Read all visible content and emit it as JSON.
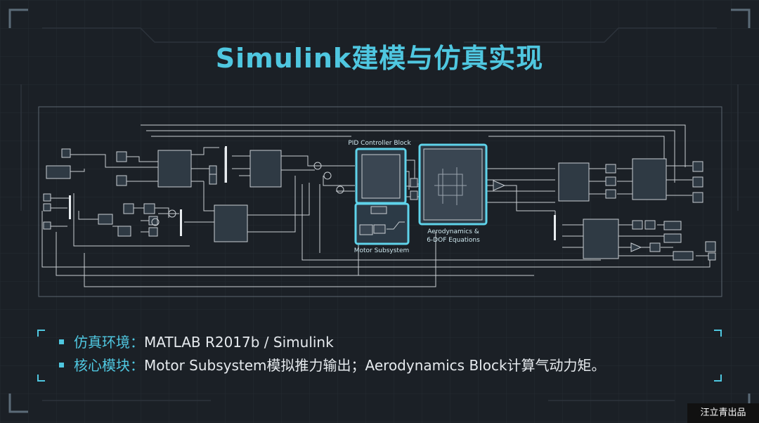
{
  "slide": {
    "title": "Simulink建模与仿真实现"
  },
  "diagram": {
    "labels": {
      "pid": "PID Controller Block",
      "motor": "Motor Subsystem",
      "aero_line1": "Aerodynamics &",
      "aero_line2": "6-DOF Equations"
    }
  },
  "bullets": [
    {
      "label": "仿真环境",
      "sep": "：",
      "text": "MATLAB R2017b / Simulink"
    },
    {
      "label": "核心模块",
      "sep": "：",
      "text": "Motor Subsystem模拟推力输出；Aerodynamics Block计算气动力矩。"
    }
  ],
  "footer": {
    "credit": "汪立青出品"
  },
  "colors": {
    "accent": "#4fc7e0",
    "background": "#1b2026",
    "wire": "#c9ced3",
    "block": "#2f3a44"
  }
}
